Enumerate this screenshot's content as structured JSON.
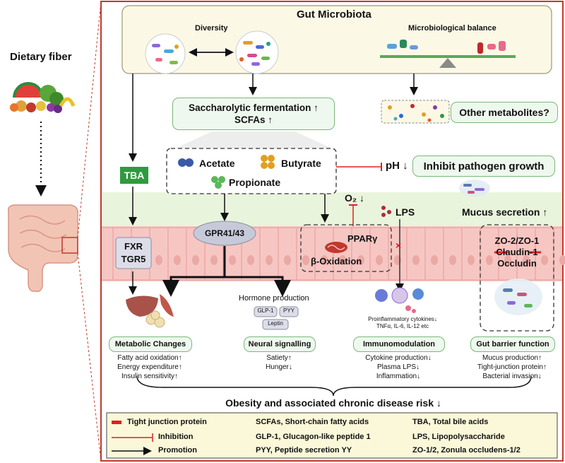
{
  "left": {
    "dietary_fiber": "Dietary fiber"
  },
  "top": {
    "gut_microbiota": "Gut Microbiota",
    "diversity": "Diversity",
    "micro_balance": "Microbiological balance"
  },
  "ferment": {
    "line1": "Saccharolytic fermentation ↑",
    "line2": "SCFAs ↑"
  },
  "other_metabolites": "Other metabolites?",
  "tba": "TBA",
  "scfa": {
    "acetate": "Acetate",
    "butyrate": "Butyrate",
    "propionate": "Propionate"
  },
  "ph": "pH ↓",
  "inhibit_pathogen": "Inhibit pathogen growth",
  "o2": "O₂ ↓",
  "lps": "LPS",
  "mucus_secretion": "Mucus secretion ↑",
  "receptors": {
    "fxr": "FXR",
    "tgr5": "TGR5",
    "gpr": "GPR41/43"
  },
  "ppar": {
    "line1": "PPARγ",
    "line2": "β-Oxidation"
  },
  "tight_junction": {
    "zo": "ZO-2/ZO-1",
    "claudin": "Claudin-1",
    "occludin": "Occludin"
  },
  "hormone": {
    "title": "Hormone production",
    "glp1": "GLP-1",
    "pyy": "PYY",
    "leptin": "Leptin"
  },
  "cytokines": {
    "line1": "Proinflammatory cytokines↓",
    "line2": "TNFα, IL-6, IL-12 etc"
  },
  "outcomes": {
    "metabolic": {
      "title": "Metabolic Changes",
      "items": [
        "Fatty acid oxidation↑",
        "Energy expenditure↑",
        "Insulin sensitivity↑"
      ]
    },
    "neural": {
      "title": "Neural signalling",
      "items": [
        "Satiety↑",
        "Hunger↓"
      ]
    },
    "immuno": {
      "title": "Immunomodulation",
      "items": [
        "Cytokine production↓",
        "Plasma LPS↓",
        "Inflammation↓"
      ]
    },
    "barrier": {
      "title": "Gut barrier function",
      "items": [
        "Mucus production↑",
        "Tight-junction protein↑",
        "Bacterial invasion↓"
      ]
    }
  },
  "obesity_risk": "Obesity and associated chronic disease risk ↓",
  "legend": {
    "tight_junction": "Tight junction protein",
    "inhibition": "Inhibition",
    "promotion": "Promotion",
    "col2": [
      "SCFAs, Short-chain fatty acids",
      "GLP-1, Glucagon-like peptide 1",
      "PYY, Peptide secretion YY"
    ],
    "col3": [
      "TBA, Total bile acids",
      "LPS, Lipopolysaccharide",
      "ZO-1/2, Zonula occludens-1/2"
    ]
  },
  "colors": {
    "frame": "#c0392b",
    "tba_green": "#2e9b3e",
    "pill_border": "#7ab87a",
    "legend_bg": "#fbf8d9",
    "inhibit_red": "#e02020"
  }
}
